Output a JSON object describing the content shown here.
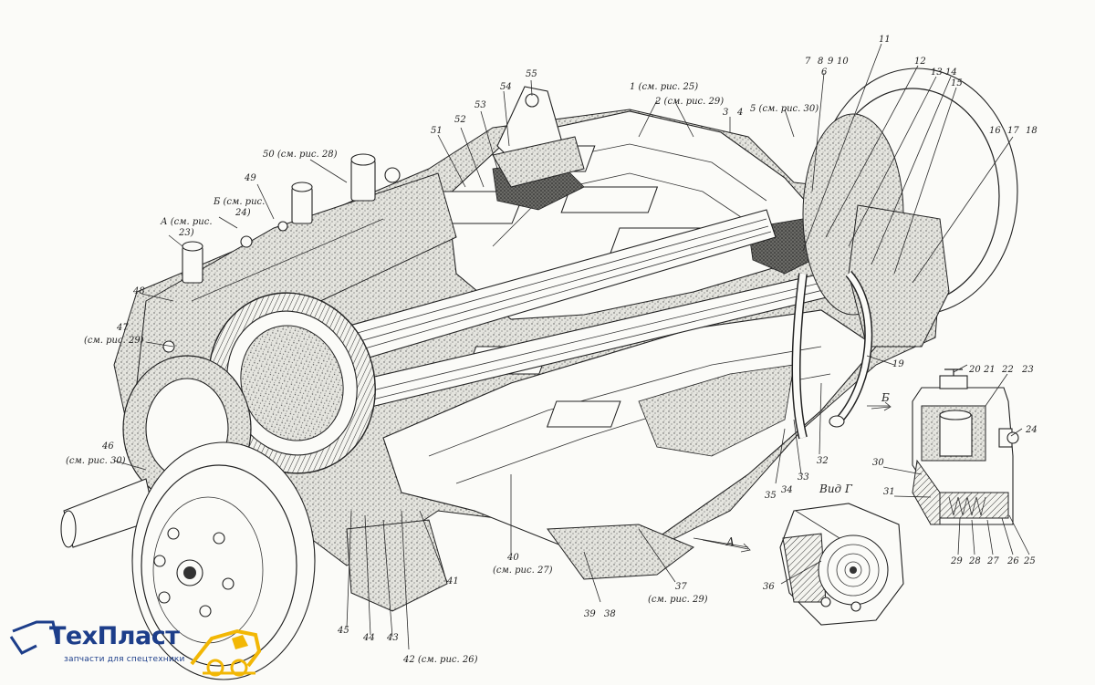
{
  "labels": {
    "l1": "1 (см. рис. 25)",
    "l2": "2 (см. рис. 29)",
    "l3": "3",
    "l4": "4",
    "l5": "5 (см. рис. 30)",
    "l6": "6",
    "l7": "7",
    "l8": "8",
    "l9": "9",
    "l10": "10",
    "l11": "11",
    "l12": "12",
    "l13": "13",
    "l14": "14",
    "l15": "15",
    "l16": "16",
    "l17": "17",
    "l18": "18",
    "l19": "19",
    "l20": "20",
    "l21": "21",
    "l22": "22",
    "l23": "23",
    "l24": "24",
    "l25": "25",
    "l26": "26",
    "l27": "27",
    "l28": "28",
    "l29": "29",
    "l30": "30",
    "l31": "31",
    "l32": "32",
    "l33": "33",
    "l34": "34",
    "l35": "35",
    "l36": "36",
    "l37": "37",
    "l37ref": "(см. рис. 29)",
    "l38": "38",
    "l39": "39",
    "l40": "40",
    "l40ref": "(см. рис. 27)",
    "l41": "41",
    "l42": "42 (см. рис. 26)",
    "l43": "43",
    "l44": "44",
    "l45": "45",
    "l46": "46",
    "l46ref": "(см. рис. 30)",
    "l47": "47",
    "l47ref": "(см. рис. 29)",
    "l48": "48",
    "l49": "49",
    "l50": "50 (см. рис. 28)",
    "l51": "51",
    "l52": "52",
    "l53": "53",
    "l54": "54",
    "l55": "55",
    "lA": "А (см. рис.",
    "lAref": "23)",
    "lB": "Б (см. рис.",
    "lBref": "24)",
    "arrowA": "А",
    "arrowB": "Б",
    "vidG": "Вид Г"
  },
  "logo": {
    "title": "ТехПласт",
    "subtitle": "запчасти для спецтехники",
    "text_color": "#1d3e8a",
    "accent_color": "#f2b705",
    "icon": "excavator-icon"
  }
}
